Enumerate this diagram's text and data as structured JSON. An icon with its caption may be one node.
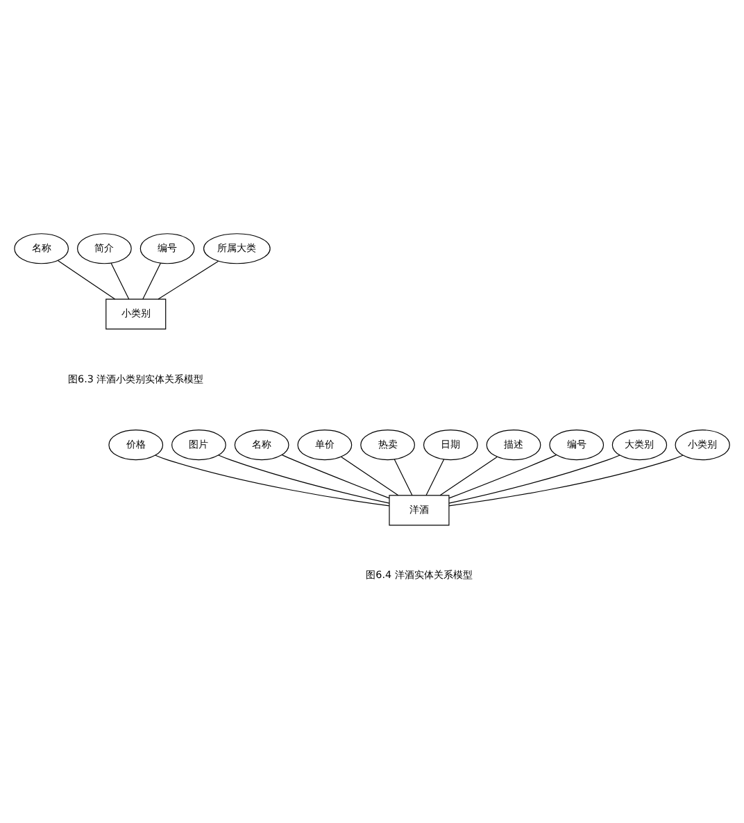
{
  "diagram": {
    "nodes": [
      {
        "text": [
          "名称"
        ]
      },
      {
        "text": [
          "简介"
        ]
      },
      {
        "text": [
          "编号"
        ]
      },
      {
        "text": [
          "所属大类"
        ]
      },
      {
        "text": [
          "小类别"
        ]
      },
      {
        "text": [
          "价格"
        ]
      },
      {
        "text": [
          "图片"
        ]
      },
      {
        "text": [
          "名称"
        ]
      },
      {
        "text": [
          "单价"
        ]
      },
      {
        "text": [
          "热卖"
        ]
      },
      {
        "text": [
          "日期"
        ]
      },
      {
        "text": [
          "描述"
        ]
      },
      {
        "text": [
          "编号"
        ]
      },
      {
        "text": [
          "大类别"
        ]
      },
      {
        "text": [
          "小类别"
        ]
      },
      {
        "text": [
          "洋酒"
        ]
      }
    ],
    "edges": [
      {
        "from": 4,
        "to": 2,
        "arrow": "none"
      },
      {
        "from": 4,
        "to": 0,
        "arrow": "none"
      },
      {
        "from": 4,
        "to": 1,
        "arrow": "none"
      },
      {
        "from": 4,
        "to": 3,
        "arrow": "none"
      },
      {
        "from": 15,
        "to": 12,
        "arrow": "none"
      },
      {
        "from": 15,
        "to": 11,
        "arrow": "none"
      },
      {
        "from": 15,
        "to": 9,
        "arrow": "none"
      },
      {
        "from": 15,
        "to": 7,
        "arrow": "none"
      },
      {
        "from": 15,
        "to": 5,
        "arrow": "none"
      },
      {
        "from": 15,
        "to": 6,
        "arrow": "none"
      },
      {
        "from": 15,
        "to": 8,
        "arrow": "none"
      },
      {
        "from": 15,
        "to": 10,
        "arrow": "none"
      },
      {
        "from": 15,
        "to": 13,
        "arrow": "none"
      },
      {
        "from": 15,
        "to": 14,
        "arrow": "none"
      }
    ],
    "labels": [
      "图6.3 洋酒小类别实体关系模型",
      "图6.4 洋酒实体关系模型"
    ]
  }
}
